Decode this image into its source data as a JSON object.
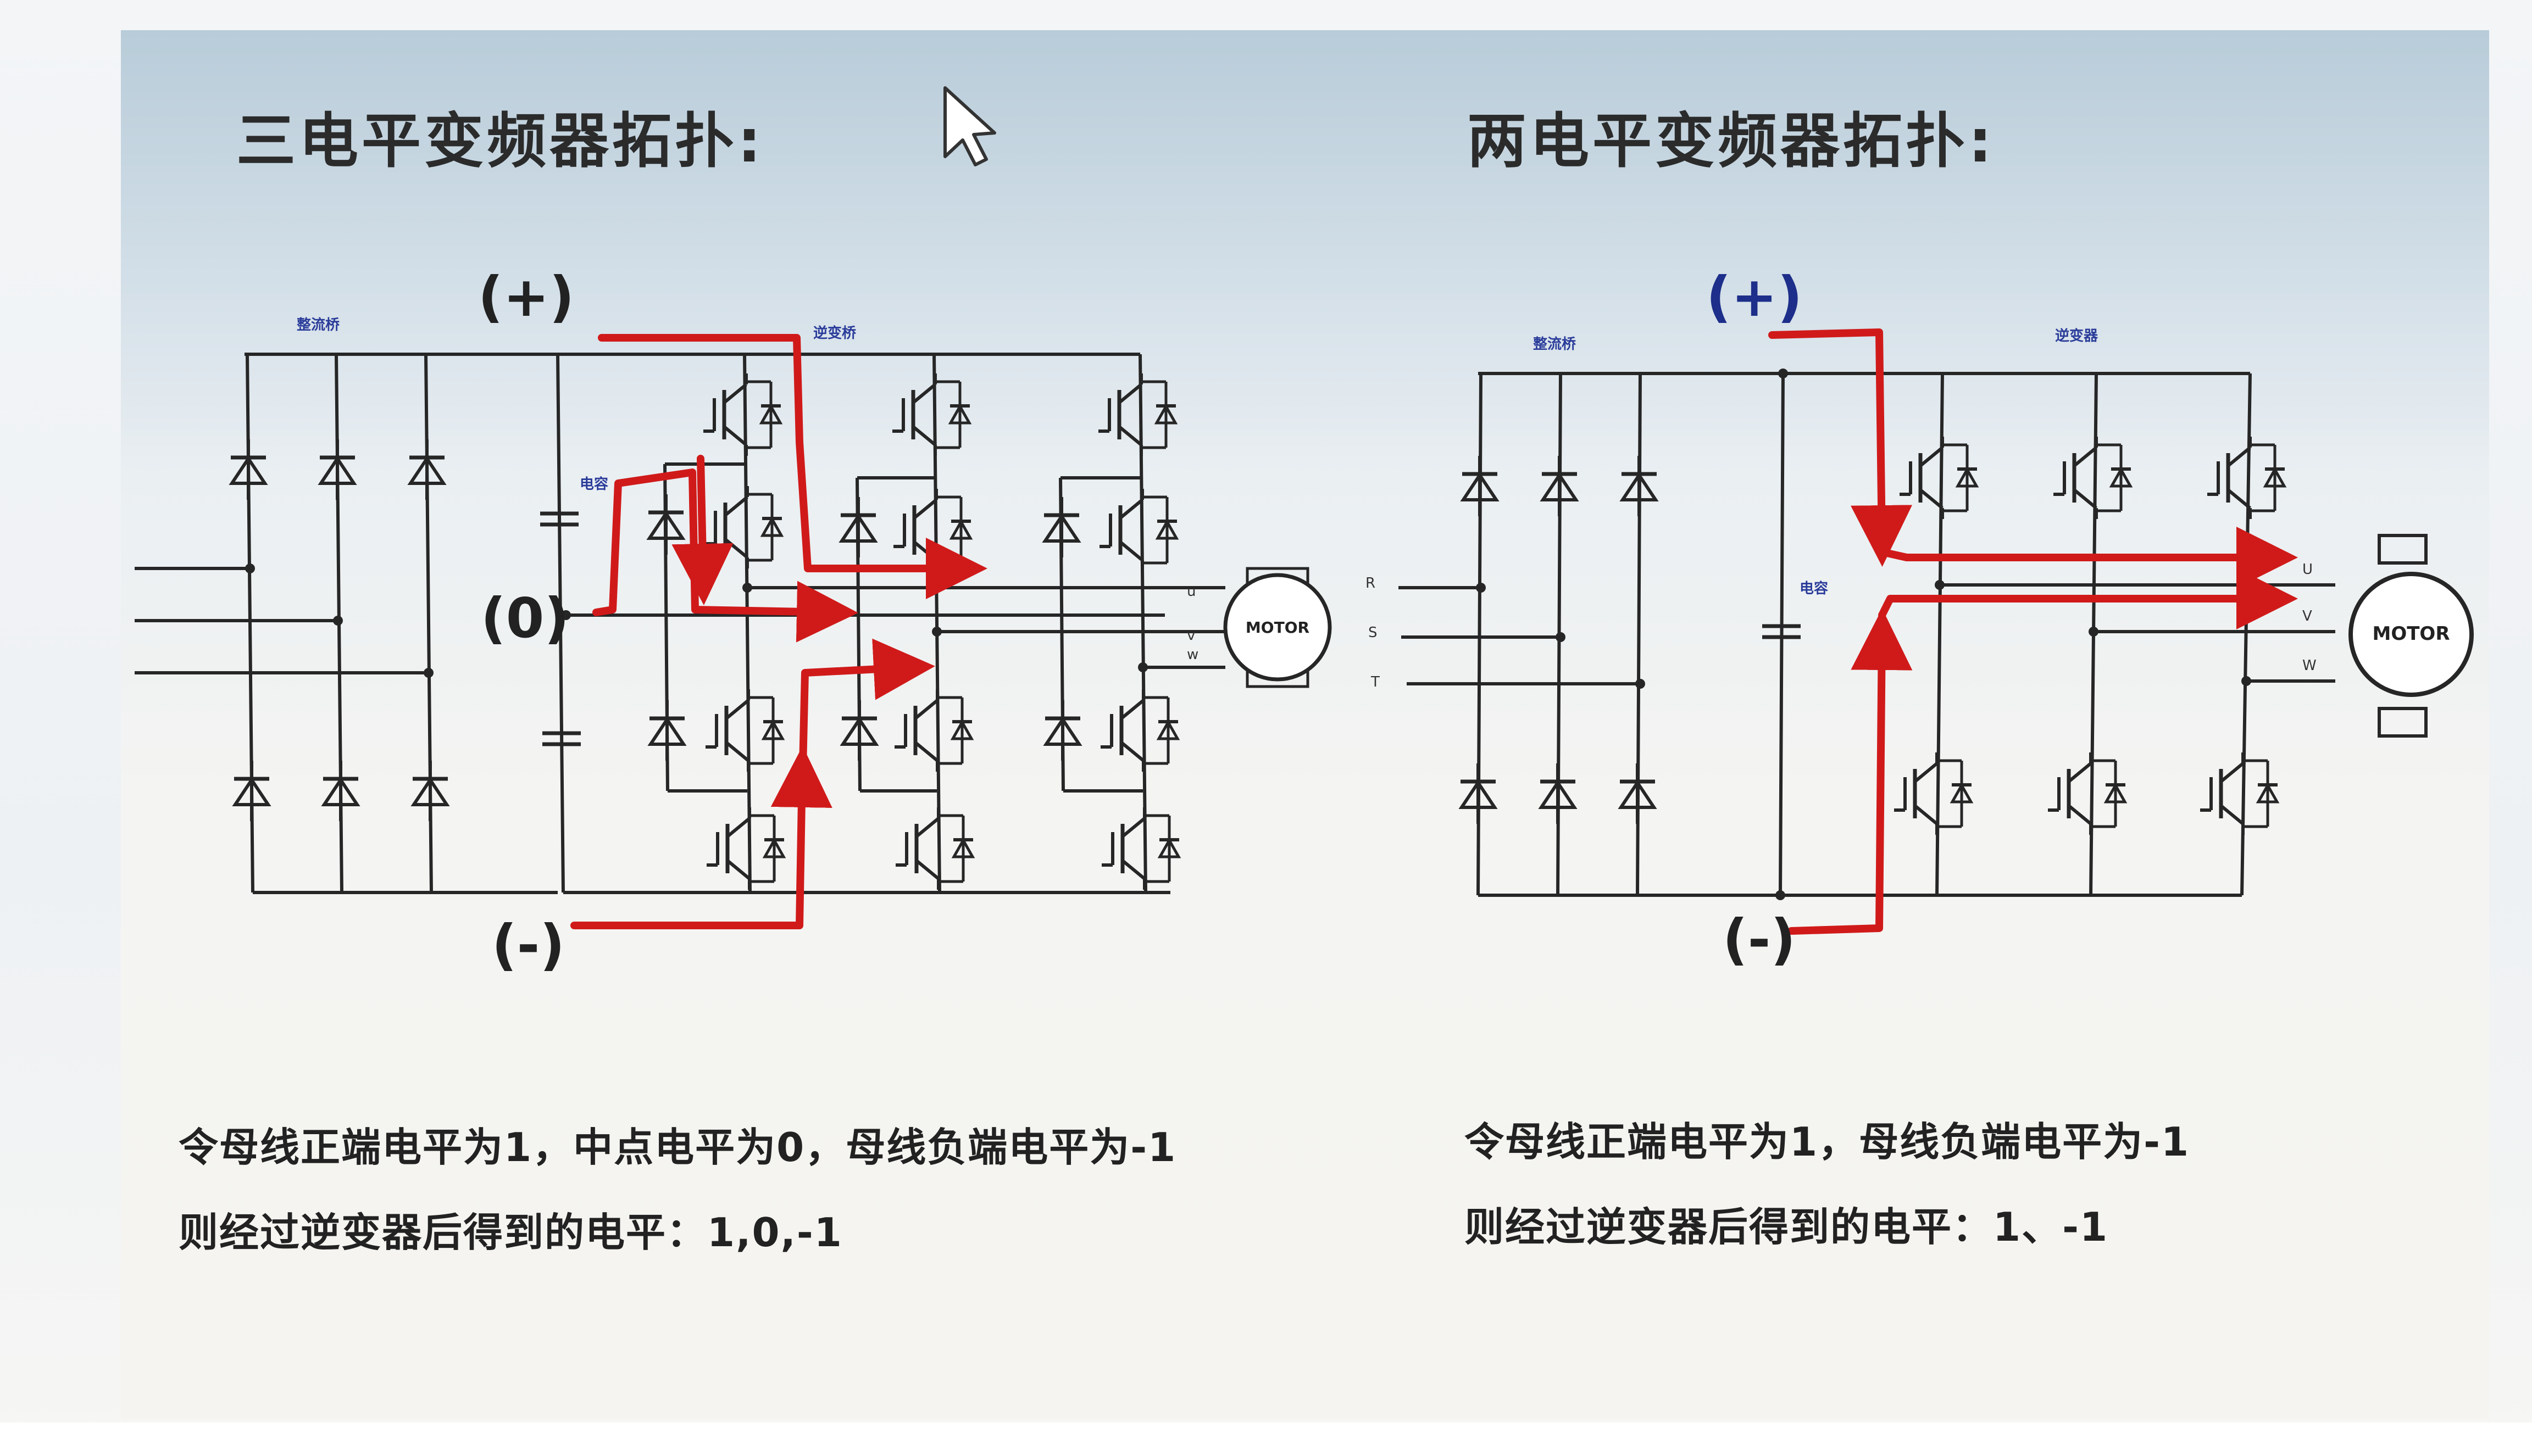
{
  "left_panel": {
    "title": "三电平变频器拓扑:",
    "terminals": {
      "plus": "(+)",
      "zero": "(0)",
      "minus": "(-)"
    },
    "motor_label": "MOTOR",
    "description_line1": "令母线正端电平为1，中点电平为0，母线负端电平为-1",
    "description_line2": "则经过逆变器后得到的电平：1,0,-1"
  },
  "right_panel": {
    "title": "两电平变频器拓扑:",
    "terminals": {
      "plus": "(+)",
      "minus": "(-)"
    },
    "phase_labels": [
      "U",
      "V",
      "W"
    ],
    "input_labels": [
      "R",
      "S",
      "T"
    ],
    "motor_label": "MOTOR",
    "description_line1": "令母线正端电平为1，母线负端电平为-1",
    "description_line2": "则经过逆变器后得到的电平：1、-1"
  },
  "colors": {
    "wire": "#262626",
    "current_path": "#d01a1a",
    "title_text": "#2b2b2b",
    "slide_top": "#b8ccd9"
  },
  "icons": [
    "cursor-arrow-icon",
    "diode-icon",
    "igbt-icon",
    "capacitor-icon",
    "motor-icon"
  ]
}
